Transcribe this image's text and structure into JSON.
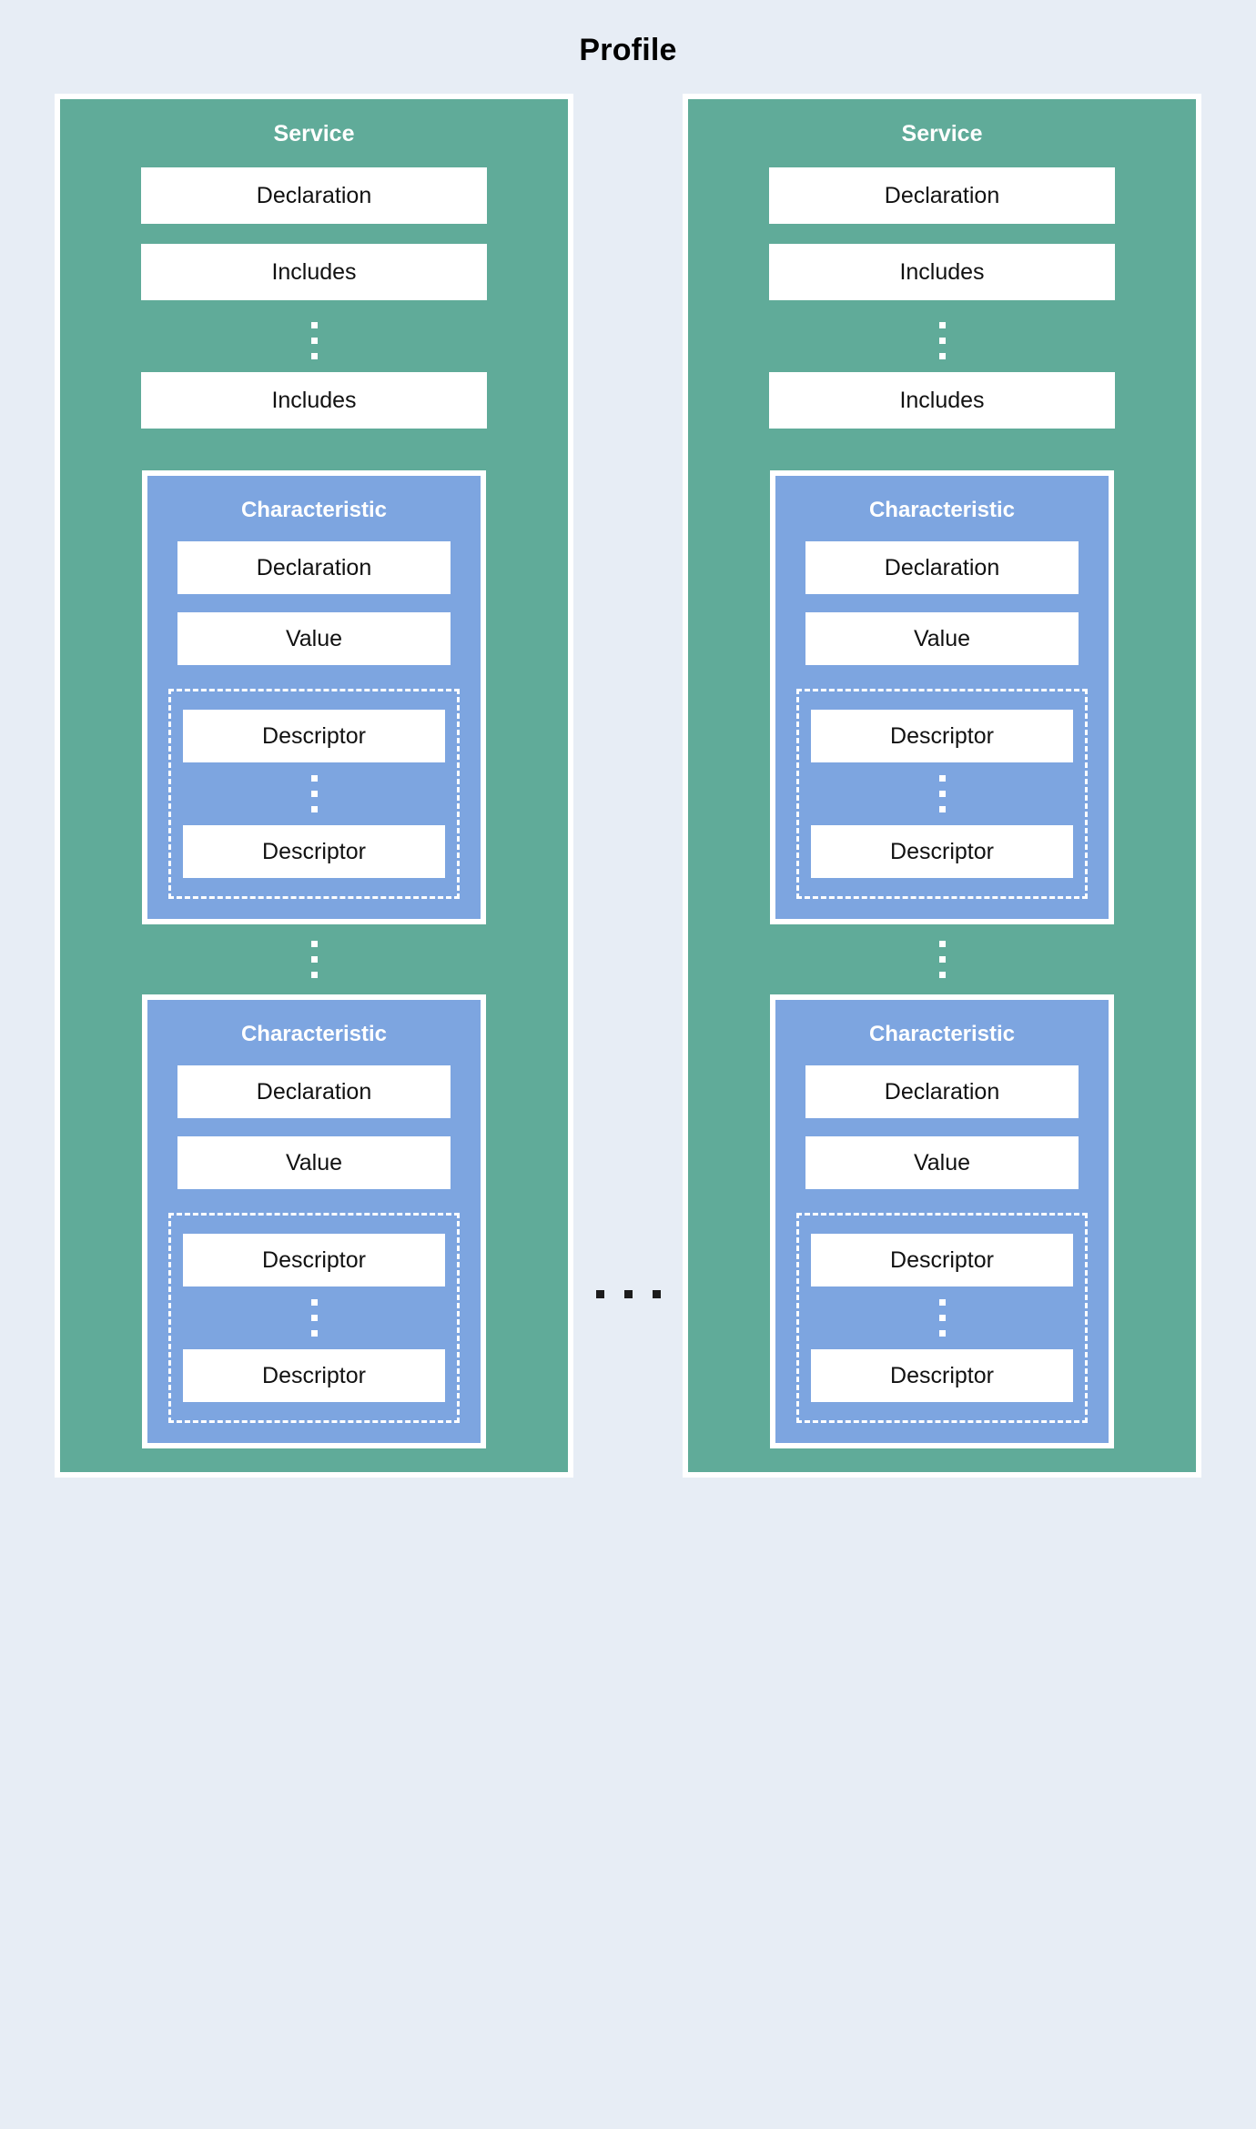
{
  "page": {
    "title": "Profile",
    "background_color": "#e7edf5"
  },
  "colors": {
    "service_fill": "#60ab99",
    "characteristic_fill": "#7da5e0",
    "box_fill": "#ffffff",
    "border": "#ffffff",
    "text_dark": "#111111",
    "text_light": "#ffffff"
  },
  "labels": {
    "service": "Service",
    "characteristic": "Characteristic",
    "declaration": "Declaration",
    "includes": "Includes",
    "value": "Value",
    "descriptor": "Descriptor"
  },
  "services": [
    {
      "title": "Service",
      "declaration": "Declaration",
      "includes_first": "Includes",
      "includes_last": "Includes",
      "characteristics": [
        {
          "title": "Characteristic",
          "declaration": "Declaration",
          "value": "Value",
          "descriptor_first": "Descriptor",
          "descriptor_last": "Descriptor"
        },
        {
          "title": "Characteristic",
          "declaration": "Declaration",
          "value": "Value",
          "descriptor_first": "Descriptor",
          "descriptor_last": "Descriptor"
        }
      ]
    },
    {
      "title": "Service",
      "declaration": "Declaration",
      "includes_first": "Includes",
      "includes_last": "Includes",
      "characteristics": [
        {
          "title": "Characteristic",
          "declaration": "Declaration",
          "value": "Value",
          "descriptor_first": "Descriptor",
          "descriptor_last": "Descriptor"
        },
        {
          "title": "Characteristic",
          "declaration": "Declaration",
          "value": "Value",
          "descriptor_first": "Descriptor",
          "descriptor_last": "Descriptor"
        }
      ]
    }
  ],
  "ellipses": {
    "includes_repeat": "vertical-ellipsis",
    "descriptor_repeat": "vertical-ellipsis",
    "characteristic_repeat": "vertical-ellipsis",
    "service_repeat": "horizontal-ellipsis"
  }
}
